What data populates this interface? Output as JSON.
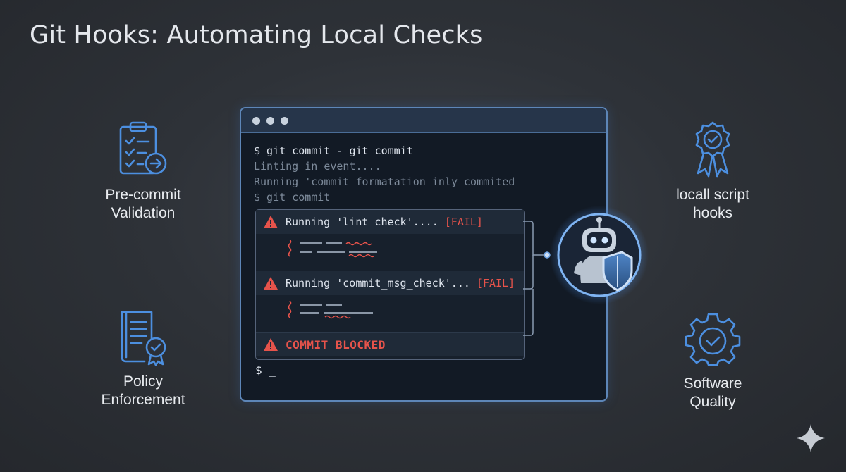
{
  "title": "Git Hooks: Automating Local Checks",
  "features": {
    "precommit": {
      "line1": "Pre-commit",
      "line2": "Validation",
      "icon": "clipboard-checklist-icon"
    },
    "policy": {
      "line1": "Policy",
      "line2": "Enforcement",
      "icon": "document-badge-icon"
    },
    "local": {
      "line1": "locall script",
      "line2": "hooks",
      "icon": "award-ribbon-icon"
    },
    "quality": {
      "line1": "Software",
      "line2": "Quality",
      "icon": "gear-check-icon"
    }
  },
  "terminal": {
    "lines": [
      "$ git commit - git commit",
      "Linting in event....",
      "Running 'commit formatation inly commited",
      "$ git commit"
    ],
    "checks": [
      {
        "label": "Running 'lint_check'.... ",
        "status": "[FAIL]"
      },
      {
        "label": "Running 'commit_msg_check'... ",
        "status": "[FAIL]"
      }
    ],
    "blocked": "COMMIT BLOCKED",
    "prompt": "$ _"
  },
  "colors": {
    "accent": "#5d86b8",
    "fail": "#e6534b",
    "icon": "#4c8fe0"
  }
}
